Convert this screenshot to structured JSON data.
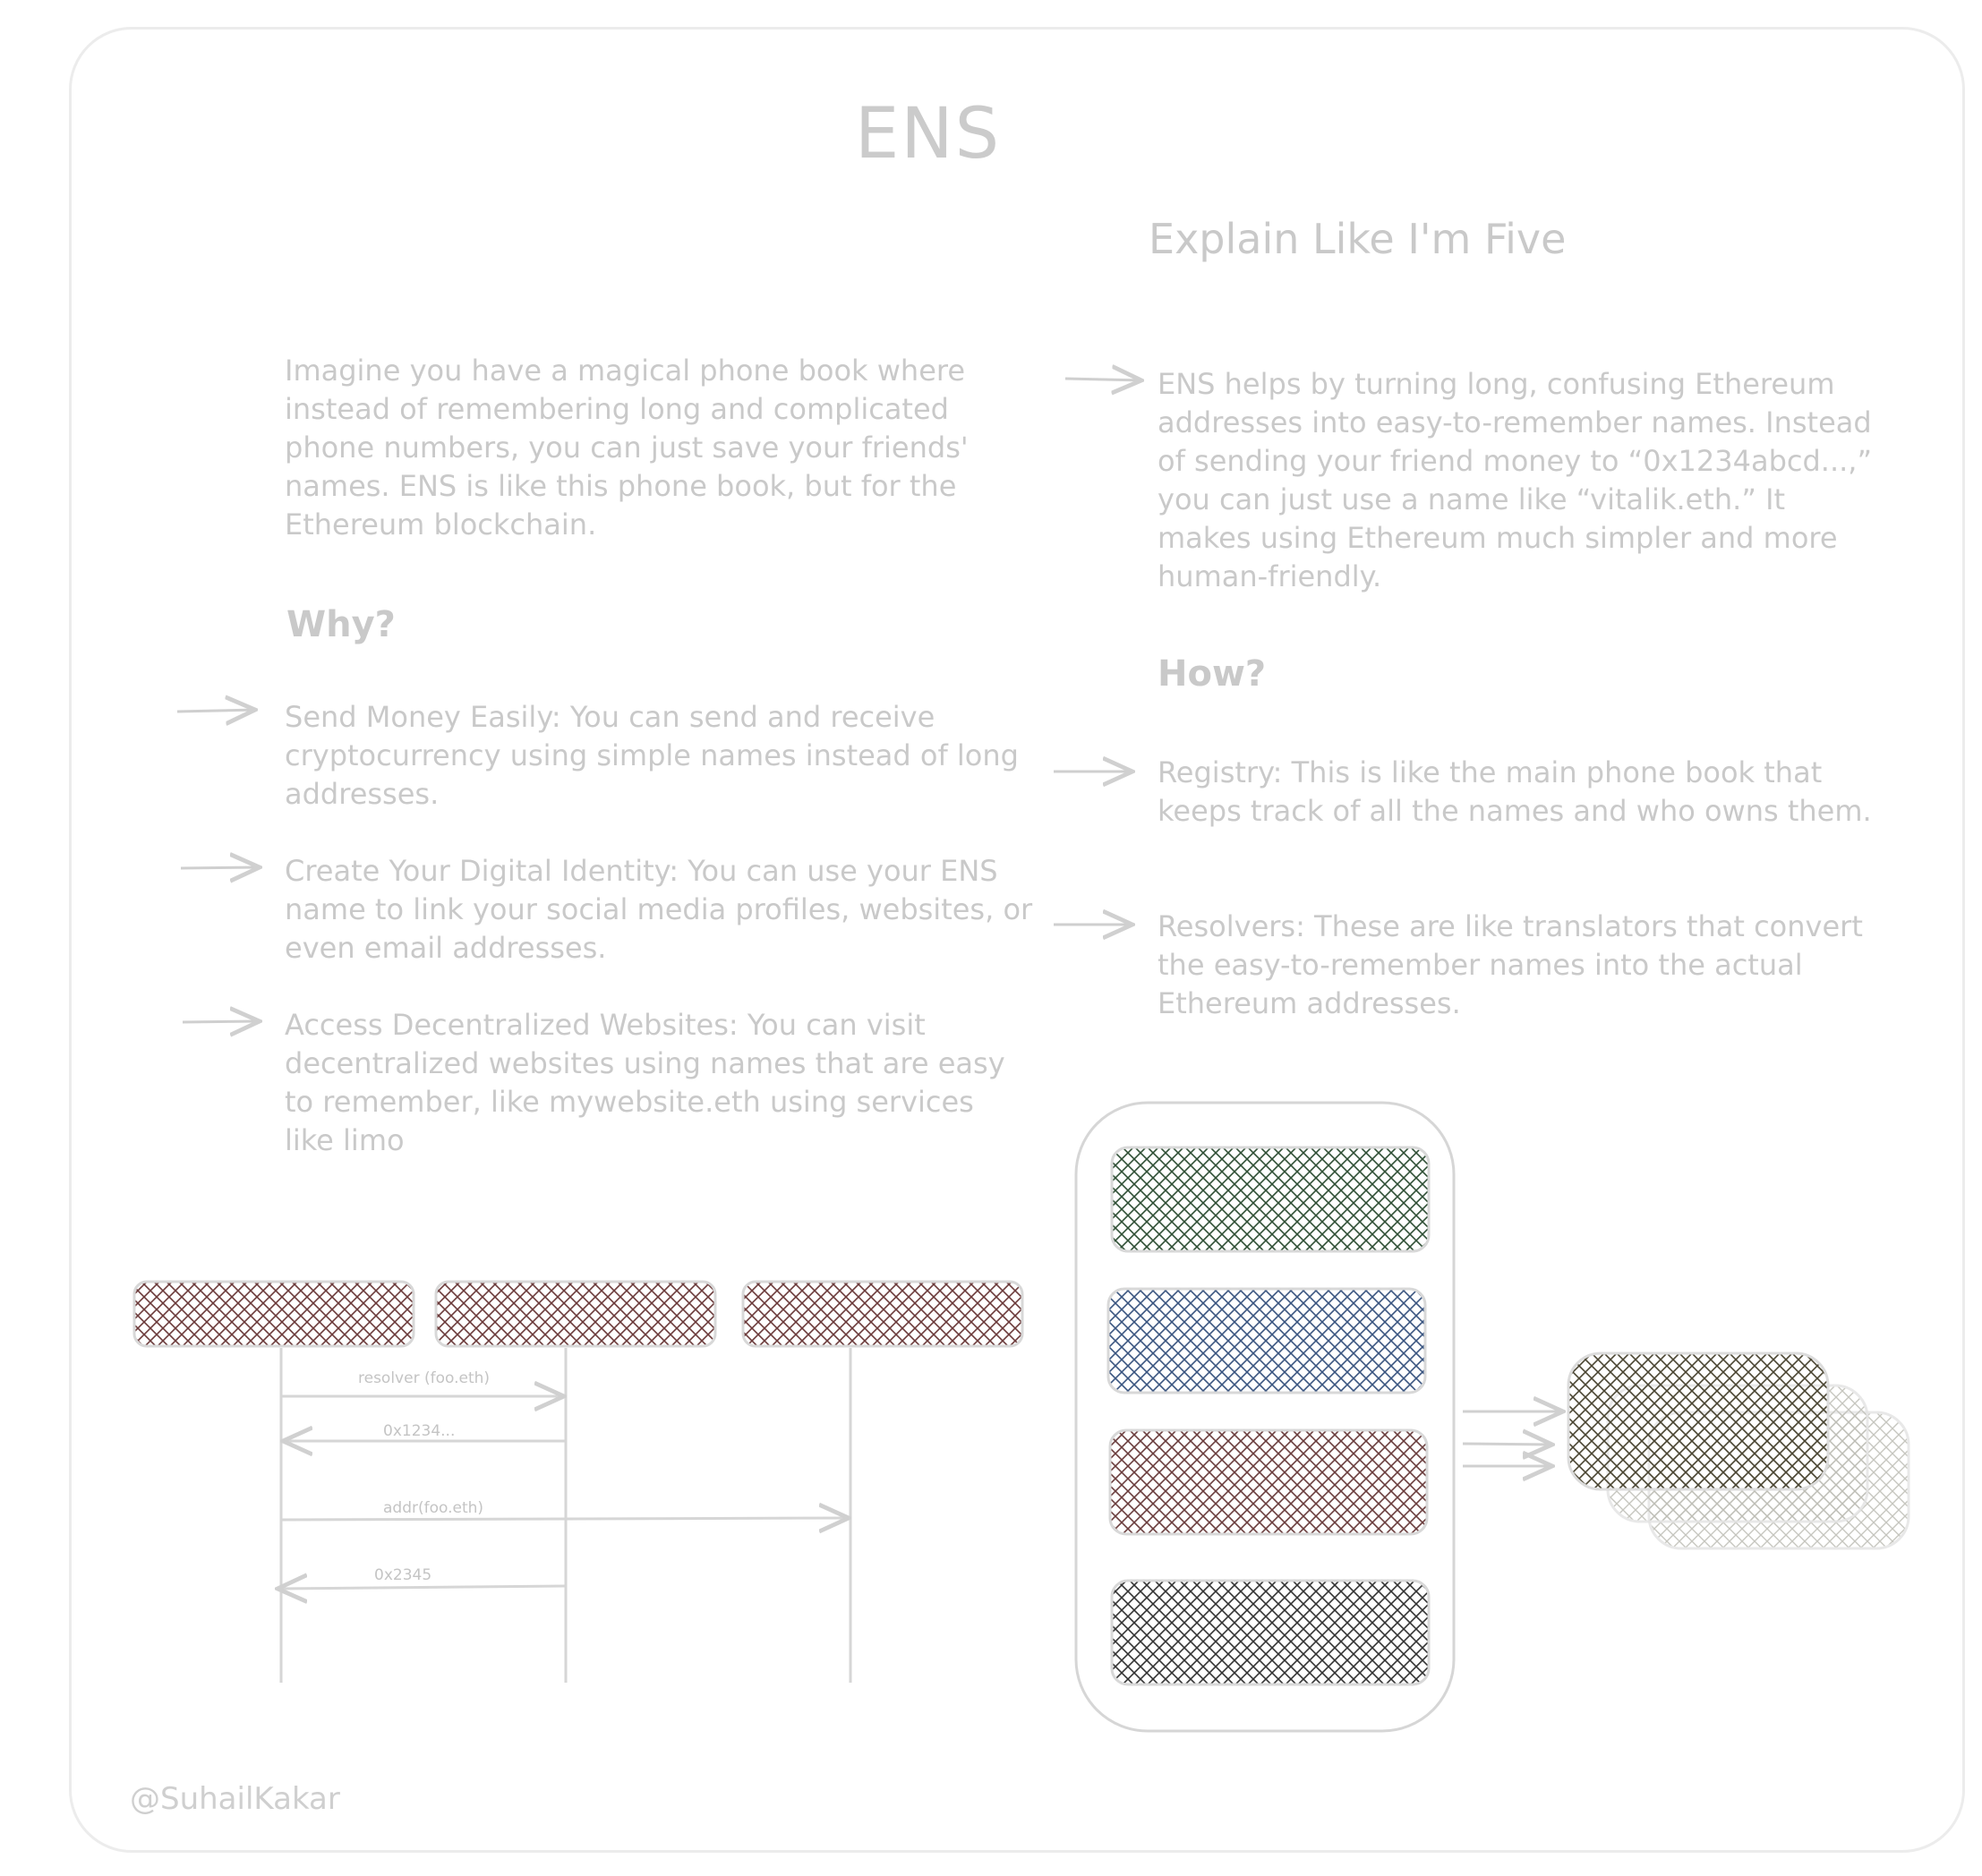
{
  "title": "ENS",
  "eli5_heading": "Explain Like I'm Five",
  "intro": "Imagine you have a magical phone book where instead of remembering long and complicated phone numbers, you can just save your friends' names. ENS is like this phone book, but for the Ethereum blockchain.",
  "eli5_text": "ENS helps by turning long, confusing Ethereum addresses into easy-to-remember names. Instead of sending your friend money to “0x1234abcd...,” you can just use a name like “vitalik.eth.” It makes using Ethereum much simpler and more human-friendly.",
  "why": {
    "heading": "Why?",
    "items": [
      {
        "text": "Send Money Easily: You can send and receive cryptocurrency using simple names instead of long addresses."
      },
      {
        "text": "Create Your Digital Identity: You can use your ENS name to link your social media profiles, websites, or even email addresses."
      },
      {
        "text": "Access Decentralized Websites: You can visit decentralized websites using names that are easy to remember, like mywebsite.eth using services like limo"
      }
    ]
  },
  "how": {
    "heading": "How?",
    "items": [
      {
        "text": "Registry: This is like the main phone book that keeps track of all the names and who owns them."
      },
      {
        "text": "Resolvers: These are like translators that convert the easy-to-remember names into the actual Ethereum addresses."
      }
    ]
  },
  "sequence": {
    "messages": [
      "resolver (foo.eth)",
      "0x1234...",
      "addr(foo.eth)",
      "0x2345"
    ]
  },
  "colors": {
    "hatch_red": "#6b3a3a",
    "hatch_green": "#2f4f35",
    "hatch_blue": "#3a5580",
    "hatch_maroon": "#6a3d3d",
    "hatch_black": "#333333",
    "hatch_olive": "#4a4532",
    "stroke": "#d6d6d6"
  },
  "handle": "@SuhailKakar"
}
